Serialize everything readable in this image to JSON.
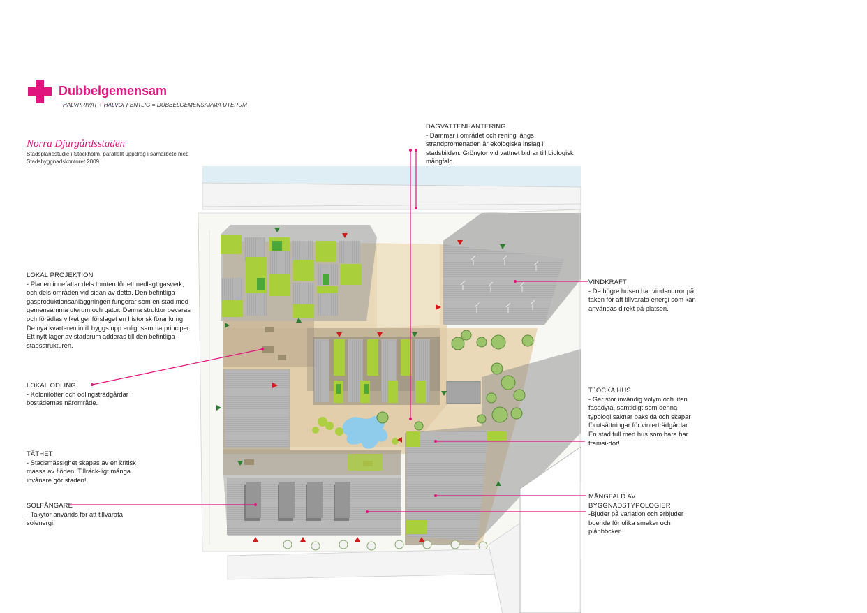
{
  "header": {
    "title": "Dubbelgemensam",
    "subtitle_strike_1": "HALV",
    "subtitle_part_1": "PRIVAT + ",
    "subtitle_strike_2": "HALV",
    "subtitle_part_2": "OFFENTLIG = DUBBELGEMENSAMMA UTERUM"
  },
  "project": {
    "name": "Norra Djurgårdsstaden",
    "description": "Stadsplanestudie i Stockholm, parallellt uppdrag i samarbete med Stadsbyggnadskontoret 2009."
  },
  "annotations": {
    "dagvatten": {
      "heading": "DAGVATTENHANTERING",
      "text": "- Dammar i området och rening längs strandpromenaden är ekologiska inslag i stadsbilden. Grönytor vid vattnet bidrar till biologisk mångfald."
    },
    "lokal_projektion": {
      "heading": "LOKAL PROJEKTION",
      "text": "- Planen innefattar dels tomten för ett nedlagt gasverk, och dels områden vid sidan av detta. Den befintliga gasproduktionsanläggningen fungerar som en stad med gemensamma uterum och gator. Denna struktur bevaras och förädlas vilket ger förslaget en historisk förankring. De nya kvarteren intill byggs upp enligt samma principer. Ett nytt lager av stadsrum adderas till den befintliga stadsstrukturen."
    },
    "vindkraft": {
      "heading": "VINDKRAFT",
      "text": "- De högre husen har vindsnurror på taken för att tillvarata energi som kan användas direkt på platsen."
    },
    "lokal_odling": {
      "heading": "LOKAL ODLING",
      "text": "- Kolonilotter och odlingsträdgårdar i bostädernas närområde."
    },
    "tjocka_hus": {
      "heading": "TJOCKA HUS",
      "text": "- Ger stor invändig volym och liten fasadyta, samtidigt som denna typologi saknar baksida och skapar förutsättningar för vinterträdgårdar. En stad full med hus som bara har framsi-dor!"
    },
    "tathet": {
      "heading": "TÄTHET",
      "text": "- Stadsmässighet skapas av en kritisk massa av flöden. Tillräck-ligt många invånare gör staden!"
    },
    "mangfald": {
      "heading": "MÅNGFALD AV BYGGNADSTYPOLOGIER",
      "text": "-Bjuder på variation och erbjuder boende för olika smaker och plånböcker."
    },
    "solfangare": {
      "heading": "SOLFÅNGARE",
      "text": "- Takytor används för att tillvarata solenergi."
    }
  },
  "colors": {
    "accent": "#e0157e",
    "water": "#dfeef4",
    "plaza": "#e9d8b6",
    "green": "#a9cf3a",
    "building": "#a8a8a8",
    "pond": "#8fcbea"
  }
}
